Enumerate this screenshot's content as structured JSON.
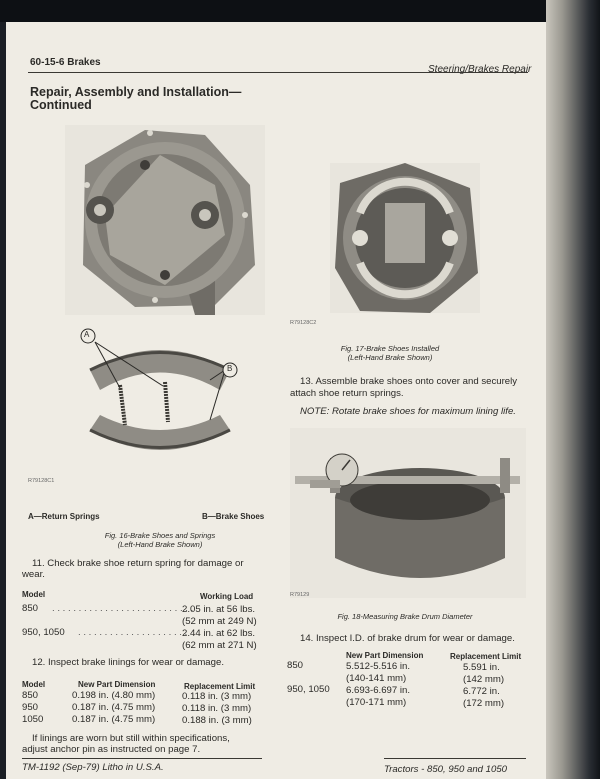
{
  "header": {
    "left": "60-15-6   Brakes",
    "right": "Steering/Brakes Repair"
  },
  "section_title": [
    "Repair, Assembly and Installation—",
    "Continued"
  ],
  "fig16": {
    "code": "R79128C1",
    "callout_a": "A",
    "callout_b": "B",
    "legend_a": "A—Return Springs",
    "legend_b": "B—Brake Shoes",
    "caption": [
      "Fig. 16-Brake Shoes and Springs",
      "(Left-Hand Brake Shown)"
    ]
  },
  "fig17": {
    "code": "R79128C2",
    "caption": [
      "Fig. 17-Brake Shoes Installed",
      "(Left-Hand Brake Shown)"
    ]
  },
  "fig18": {
    "code": "R79129",
    "caption": "Fig. 18-Measuring Brake Drum Diameter"
  },
  "step11": [
    "11.  Check brake shoe return spring for damage or",
    "wear."
  ],
  "spring_table": {
    "col_model": "Model",
    "col_load": "Working Load",
    "rows": [
      {
        "model": "850",
        "load": "2.05 in. at 56 lbs.",
        "metric": "(52 mm at 249 N)"
      },
      {
        "model": "950, 1050",
        "load": "2.44 in. at 62 lbs.",
        "metric": "(62 mm at 271 N)"
      }
    ]
  },
  "step12": "12.  Inspect brake linings for wear or damage.",
  "lining_table": {
    "col_model": "Model",
    "col_new": "New Part Dimension",
    "col_limit": "Replacement Limit",
    "rows": [
      {
        "model": "850",
        "new": "0.198 in. (4.80 mm)",
        "limit": "0.118 in. (3 mm)"
      },
      {
        "model": "950",
        "new": "0.187 in. (4.75 mm)",
        "limit": "0.118 in. (3 mm)"
      },
      {
        "model": "1050",
        "new": "0.187 in. (4.75 mm)",
        "limit": "0.188 in. (3 mm)"
      }
    ]
  },
  "linings_note": [
    "If linings are worn but still within specifications,",
    "adjust anchor pin as instructed on page 7."
  ],
  "step13": [
    "13.  Assemble brake shoes onto cover and securely",
    "attach shoe return springs."
  ],
  "note13": "NOTE:  Rotate brake shoes for maximum lining life.",
  "step14": "14.  Inspect I.D. of brake drum for wear or damage.",
  "drum_table": {
    "col_new": "New Part Dimension",
    "col_limit": "Replacement Limit",
    "rows": [
      {
        "model": "850",
        "new": "5.512-5.516 in.",
        "new_metric": "(140-141 mm)",
        "limit": "5.591 in.",
        "limit_metric": "(142 mm)"
      },
      {
        "model": "950, 1050",
        "new": "6.693-6.697 in.",
        "new_metric": "(170-171 mm)",
        "limit": "6.772 in.",
        "limit_metric": "(172 mm)"
      }
    ]
  },
  "footer": {
    "left": "TM-1192 (Sep-79)  Litho in U.S.A.",
    "right": "Tractors - 850, 950 and 1050"
  }
}
